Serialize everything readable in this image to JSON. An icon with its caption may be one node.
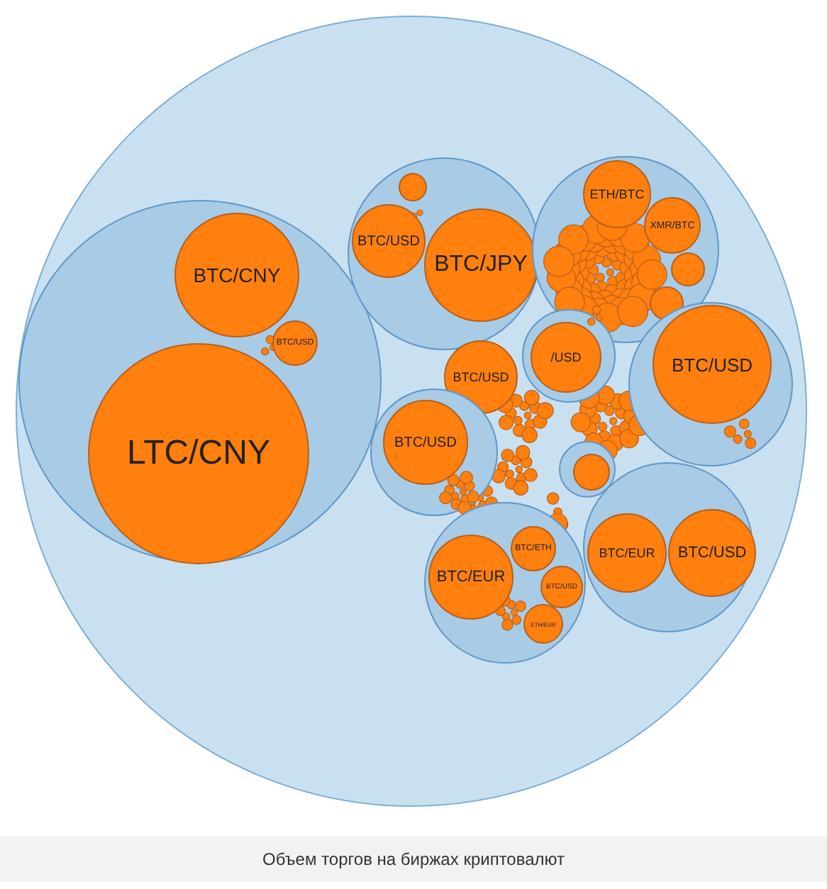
{
  "diagram": {
    "caption": "Объем торгов на биржах криптовалют",
    "nodes": [
      {
        "text": [],
        "shape": "circle"
      },
      {
        "text": [],
        "shape": "circle",
        "in": 0
      },
      {
        "text": [
          "BTC/CNY"
        ],
        "in": 1
      },
      {
        "text": [
          "BTC/USD"
        ],
        "in": 1
      },
      {
        "text": [
          "LTC/CNY"
        ],
        "in": 1
      },
      {
        "text": [],
        "shape": "circle",
        "in": 0
      },
      {
        "text": [],
        "shape": "circle",
        "in": 5
      },
      {
        "text": [
          "BTC/USD"
        ],
        "in": 5
      },
      {
        "text": [
          "BTC/JPY"
        ],
        "in": 5
      },
      {
        "text": [],
        "shape": "circle",
        "in": 0
      },
      {
        "text": [
          "ETH/BTC"
        ],
        "in": 9
      },
      {
        "text": [
          "XMR/BTC"
        ],
        "in": 9
      },
      {
        "text": [],
        "shape": "circle",
        "in": 9
      },
      {
        "text": [],
        "shape": "circle",
        "in": 9
      },
      {
        "text": [],
        "shape": "circle",
        "in": 0
      },
      {
        "text": [
          "BTC/USD"
        ],
        "in": 14
      },
      {
        "text": [],
        "shape": "circle",
        "in": 0
      },
      {
        "text": [
          "/USD"
        ],
        "in": 16
      },
      {
        "text": [
          "BTC/USD"
        ],
        "in": 0
      },
      {
        "text": [],
        "shape": "circle",
        "in": 0
      },
      {
        "text": [
          "BTC/USD"
        ],
        "in": 19
      },
      {
        "text": [],
        "shape": "circle",
        "in": 0
      },
      {
        "text": [],
        "shape": "circle",
        "in": 21
      },
      {
        "text": [],
        "shape": "circle",
        "in": 0
      },
      {
        "text": [
          "BTC/EUR"
        ],
        "in": 23
      },
      {
        "text": [
          "BTC/USD"
        ],
        "in": 23
      },
      {
        "text": [],
        "shape": "circle",
        "in": 0
      },
      {
        "text": [
          "BTC/EUR"
        ],
        "in": 26
      },
      {
        "text": [
          "BTC/ETH"
        ],
        "in": 26
      },
      {
        "text": [
          "BTC/USD"
        ],
        "in": 26
      },
      {
        "text": [
          "ETH/EUR"
        ],
        "in": 26
      }
    ]
  }
}
